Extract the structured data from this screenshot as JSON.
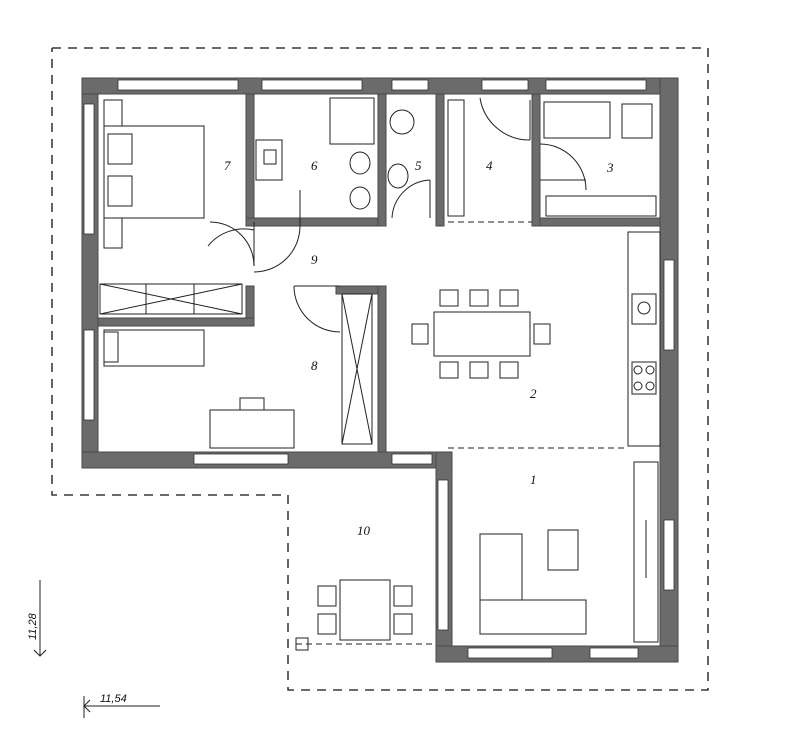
{
  "rooms": [
    {
      "id": "1",
      "label": "1"
    },
    {
      "id": "2",
      "label": "2"
    },
    {
      "id": "3",
      "label": "3"
    },
    {
      "id": "4",
      "label": "4"
    },
    {
      "id": "5",
      "label": "5"
    },
    {
      "id": "6",
      "label": "6"
    },
    {
      "id": "7",
      "label": "7"
    },
    {
      "id": "8",
      "label": "8"
    },
    {
      "id": "9",
      "label": "9"
    },
    {
      "id": "10",
      "label": "10"
    }
  ],
  "dimensions": {
    "vertical": "11,28",
    "horizontal": "11,54"
  }
}
